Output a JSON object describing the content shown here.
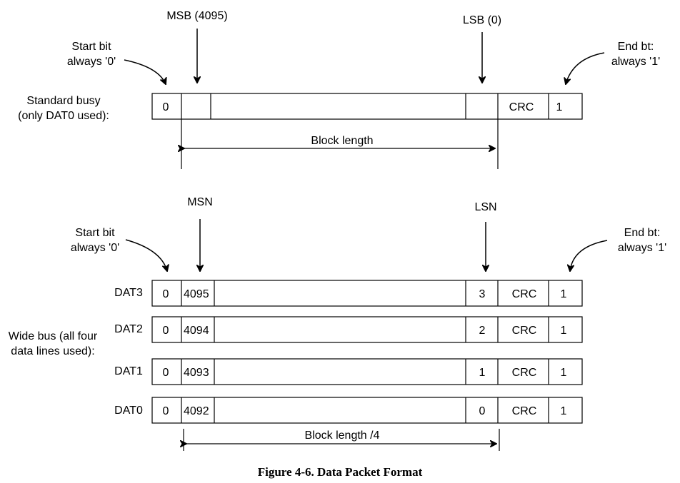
{
  "standard": {
    "msb_label": "MSB (4095)",
    "lsb_label": "LSB (0)",
    "start_label_1": "Start bit",
    "start_label_2": "always '0'",
    "end_label_1": "End bt:",
    "end_label_2": "always '1'",
    "side_label_1": "Standard busy",
    "side_label_2": "(only DAT0 used):",
    "cells": {
      "start": "0",
      "crc": "CRC",
      "end": "1"
    },
    "block_label": "Block length"
  },
  "wide": {
    "msn_label": "MSN",
    "lsn_label": "LSN",
    "start_label_1": "Start bit",
    "start_label_2": "always '0'",
    "end_label_1": "End bt:",
    "end_label_2": "always '1'",
    "side_label_1": "Wide bus (all four",
    "side_label_2": "data lines used):",
    "rows": [
      {
        "line": "DAT3",
        "start": "0",
        "msn": "4095",
        "lsn": "3",
        "crc": "CRC",
        "end": "1"
      },
      {
        "line": "DAT2",
        "start": "0",
        "msn": "4094",
        "lsn": "2",
        "crc": "CRC",
        "end": "1"
      },
      {
        "line": "DAT1",
        "start": "0",
        "msn": "4093",
        "lsn": "1",
        "crc": "CRC",
        "end": "1"
      },
      {
        "line": "DAT0",
        "start": "0",
        "msn": "4092",
        "lsn": "0",
        "crc": "CRC",
        "end": "1"
      }
    ],
    "block_label": "Block length /4"
  },
  "caption": "Figure 4-6.  Data Packet Format"
}
